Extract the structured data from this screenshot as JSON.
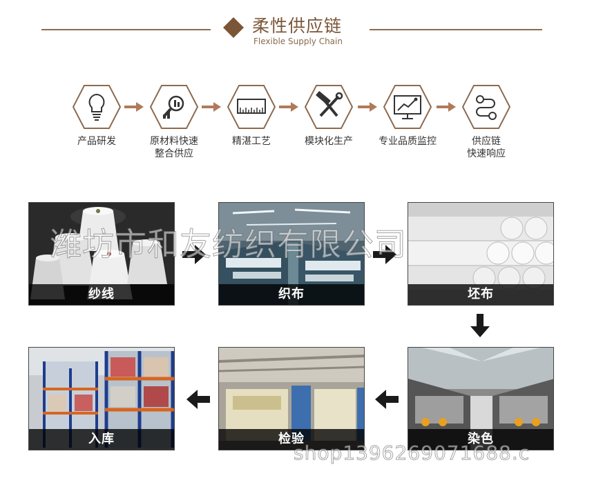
{
  "header": {
    "title_cn": "柔性供应链",
    "title_en": "Flexible Supply Chain"
  },
  "colors": {
    "brand_brown": "#7a5637",
    "line_brown": "#8c6a4f",
    "arrow_brown": "#b07a5a",
    "caption_bg": "#000000"
  },
  "steps": [
    {
      "icon": "lightbulb-icon",
      "line1": "产品研发",
      "line2": ""
    },
    {
      "icon": "magnifier-icon",
      "line1": "原材料快速",
      "line2": "整合供应"
    },
    {
      "icon": "ruler-icon",
      "line1": "精湛工艺",
      "line2": ""
    },
    {
      "icon": "tools-icon",
      "line1": "模块化生产",
      "line2": ""
    },
    {
      "icon": "monitor-chart-icon",
      "line1": "专业品质监控",
      "line2": ""
    },
    {
      "icon": "route-icon",
      "line1": "供应链",
      "line2": "快速响应"
    }
  ],
  "flow": [
    {
      "label": "纱线",
      "scene": "yarn"
    },
    {
      "label": "织布",
      "scene": "weaving"
    },
    {
      "label": "坯布",
      "scene": "greige"
    },
    {
      "label": "染色",
      "scene": "dyeing"
    },
    {
      "label": "检验",
      "scene": "inspection"
    },
    {
      "label": "入库",
      "scene": "warehouse"
    }
  ],
  "watermarks": {
    "company": "潍坊市和友纺织有限公司",
    "shop": "shop1396269071688.c"
  }
}
